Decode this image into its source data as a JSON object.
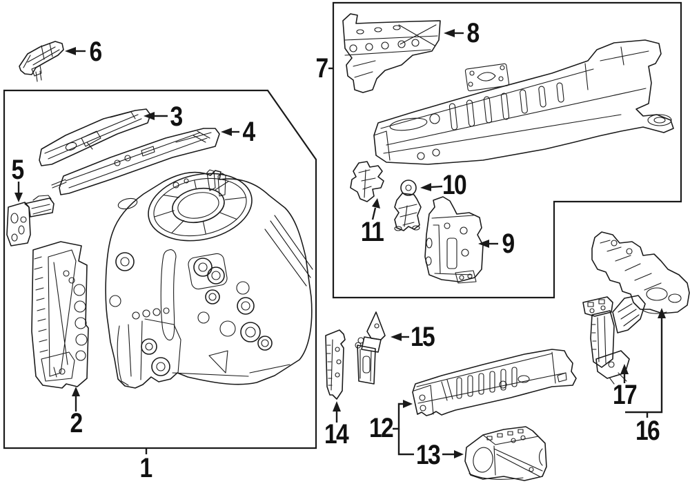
{
  "diagram": {
    "kind": "auto-parts-structural-components-diagram",
    "background": "#ffffff",
    "line_color": "#1a1a1a",
    "callouts": {
      "n1": "1",
      "n2": "2",
      "n3": "3",
      "n4": "4",
      "n5": "5",
      "n6": "6",
      "n7": "7",
      "n8": "8",
      "n9": "9",
      "n10": "10",
      "n11": "11",
      "n12": "12",
      "n13": "13",
      "n14": "14",
      "n15": "15",
      "n16": "16",
      "n17": "17"
    }
  }
}
